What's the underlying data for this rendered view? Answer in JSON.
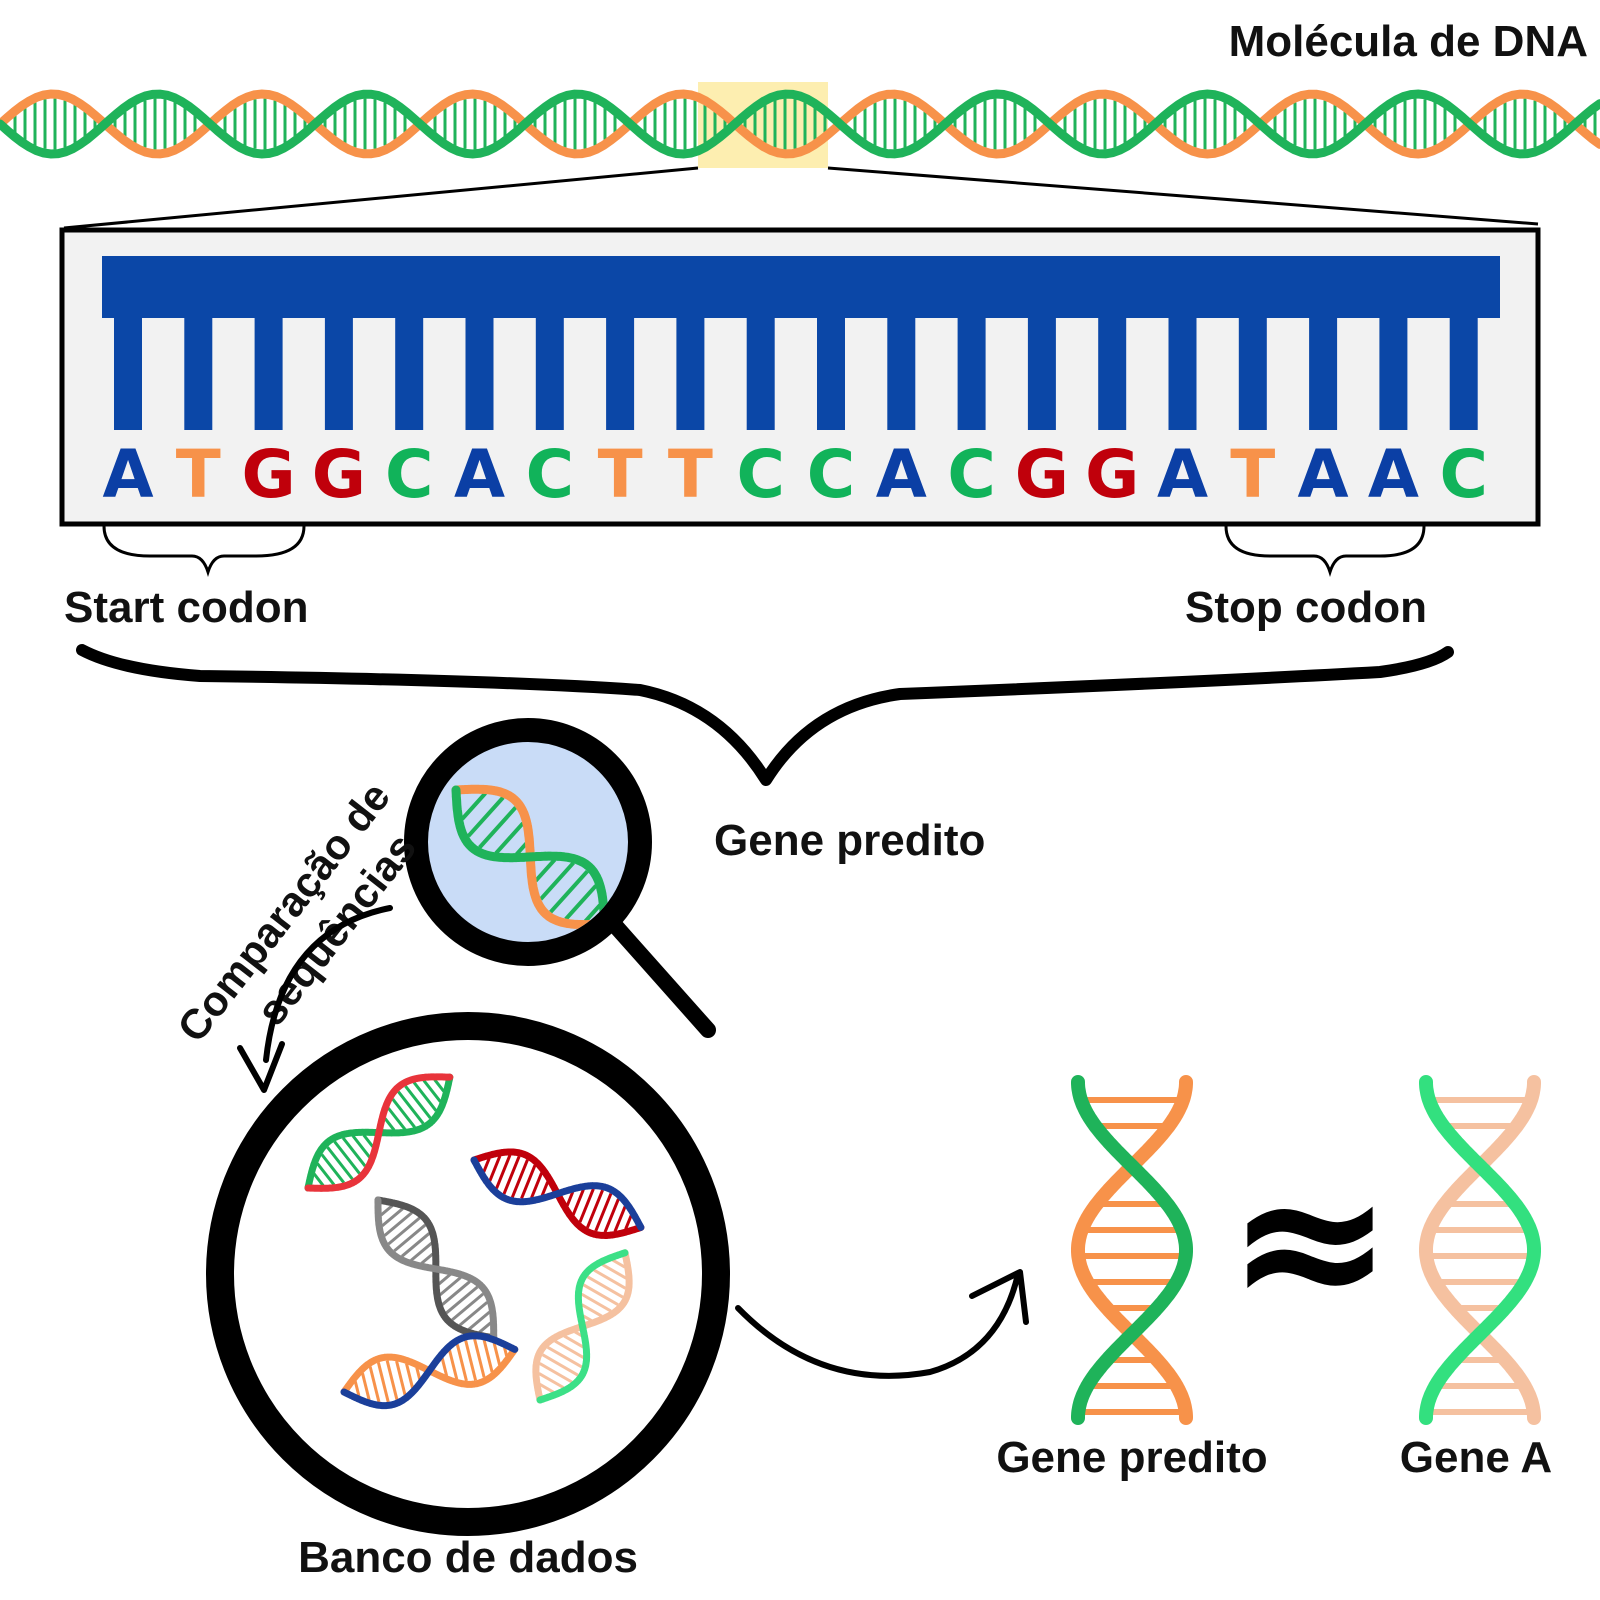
{
  "labels": {
    "dna_molecule": "Molécula de DNA",
    "start_codon": "Start codon",
    "stop_codon": "Stop codon",
    "gene_predicted_top": "Gene predito",
    "sequence_comparison_line1": "Comparação de",
    "sequence_comparison_line2": "sequências",
    "database": "Banco de dados",
    "gene_predicted_bottom": "Gene predito",
    "gene_a": "Gene A",
    "approx_symbol": "≈"
  },
  "sequence": [
    "A",
    "T",
    "G",
    "G",
    "C",
    "A",
    "C",
    "T",
    "T",
    "C",
    "C",
    "A",
    "C",
    "G",
    "G",
    "A",
    "T",
    "A",
    "A",
    "C"
  ],
  "colors": {
    "A": "#0b3fa5",
    "T": "#f7924a",
    "G": "#c0000b",
    "C": "#11b35a",
    "comb": "#0b47a7",
    "strand_green": "#1fb35a",
    "strand_orange": "#f7924a",
    "highlight": "#fdeeb0",
    "lens_fill": "#c9dcf7",
    "outline": "#000000",
    "box_fill": "#f2f2f2",
    "gene_a_green": "#33e07f",
    "gene_a_peach": "#f5c1a0"
  },
  "icons": [
    "dna-helix-icon",
    "magnifier-icon",
    "database-circle-icon",
    "arrow-curved-icon",
    "brace-icon"
  ]
}
